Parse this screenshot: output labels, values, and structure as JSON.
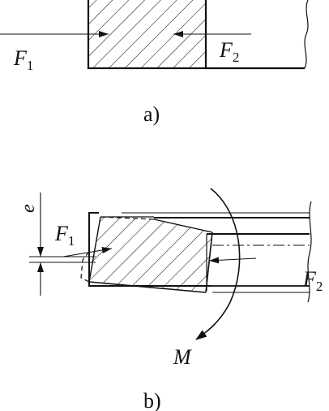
{
  "figure_a": {
    "caption": "a)",
    "force_left": {
      "symbol": "F",
      "subscript": "1"
    },
    "force_right": {
      "symbol": "F",
      "subscript": "2"
    }
  },
  "figure_b": {
    "caption": "b)",
    "offset": "e",
    "force_left": {
      "symbol": "F",
      "subscript": "1"
    },
    "force_right": {
      "symbol": "F",
      "subscript": "2"
    },
    "moment": "M"
  }
}
